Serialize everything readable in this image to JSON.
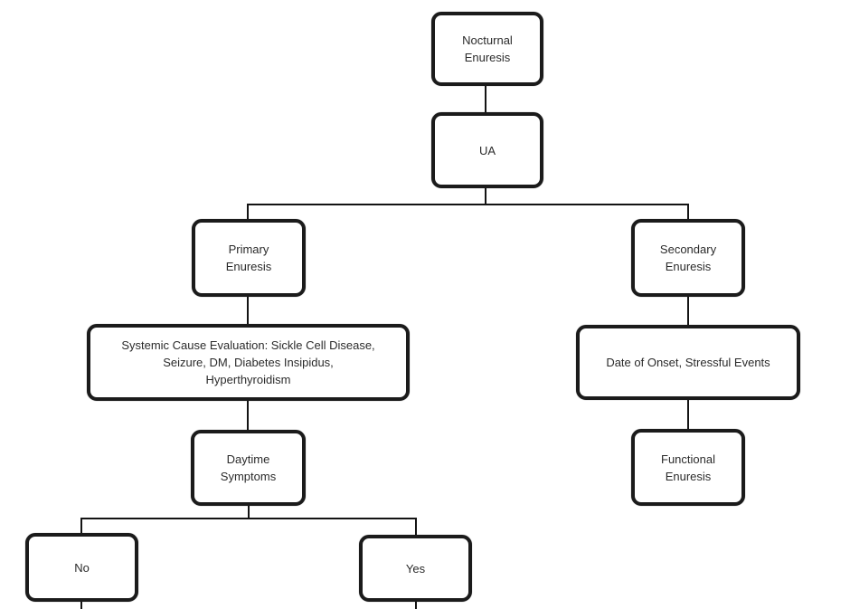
{
  "diagram_type": "flowchart",
  "colors": {
    "background": "#ffffff",
    "node_fill": "#ffffff",
    "node_border": "#1b1b1b",
    "connector": "#141414",
    "text": "#2b2b2b"
  },
  "nodes": {
    "nocturnal": {
      "label": "Nocturnal\nEnuresis"
    },
    "ua": {
      "label": "UA"
    },
    "primary": {
      "label": "Primary\nEnuresis"
    },
    "secondary": {
      "label": "Secondary\nEnuresis"
    },
    "systemic": {
      "label": "Systemic Cause Evaluation: Sickle Cell Disease,\nSeizure, DM, Diabetes Insipidus,\nHyperthyroidism"
    },
    "onset": {
      "label": "Date of Onset, Stressful Events"
    },
    "daytime": {
      "label": "Daytime\nSymptoms"
    },
    "functional": {
      "label": "Functional\nEnuresis"
    },
    "no": {
      "label": "No"
    },
    "yes": {
      "label": "Yes"
    }
  },
  "edges": [
    {
      "from": "nocturnal",
      "to": "ua"
    },
    {
      "from": "ua",
      "to": "primary"
    },
    {
      "from": "ua",
      "to": "secondary"
    },
    {
      "from": "primary",
      "to": "systemic"
    },
    {
      "from": "systemic",
      "to": "daytime"
    },
    {
      "from": "daytime",
      "to": "no"
    },
    {
      "from": "daytime",
      "to": "yes"
    },
    {
      "from": "secondary",
      "to": "onset"
    },
    {
      "from": "onset",
      "to": "functional"
    },
    {
      "from": "no",
      "to": "",
      "truncated_at_bottom": true
    },
    {
      "from": "yes",
      "to": "",
      "truncated_at_bottom": true
    }
  ]
}
